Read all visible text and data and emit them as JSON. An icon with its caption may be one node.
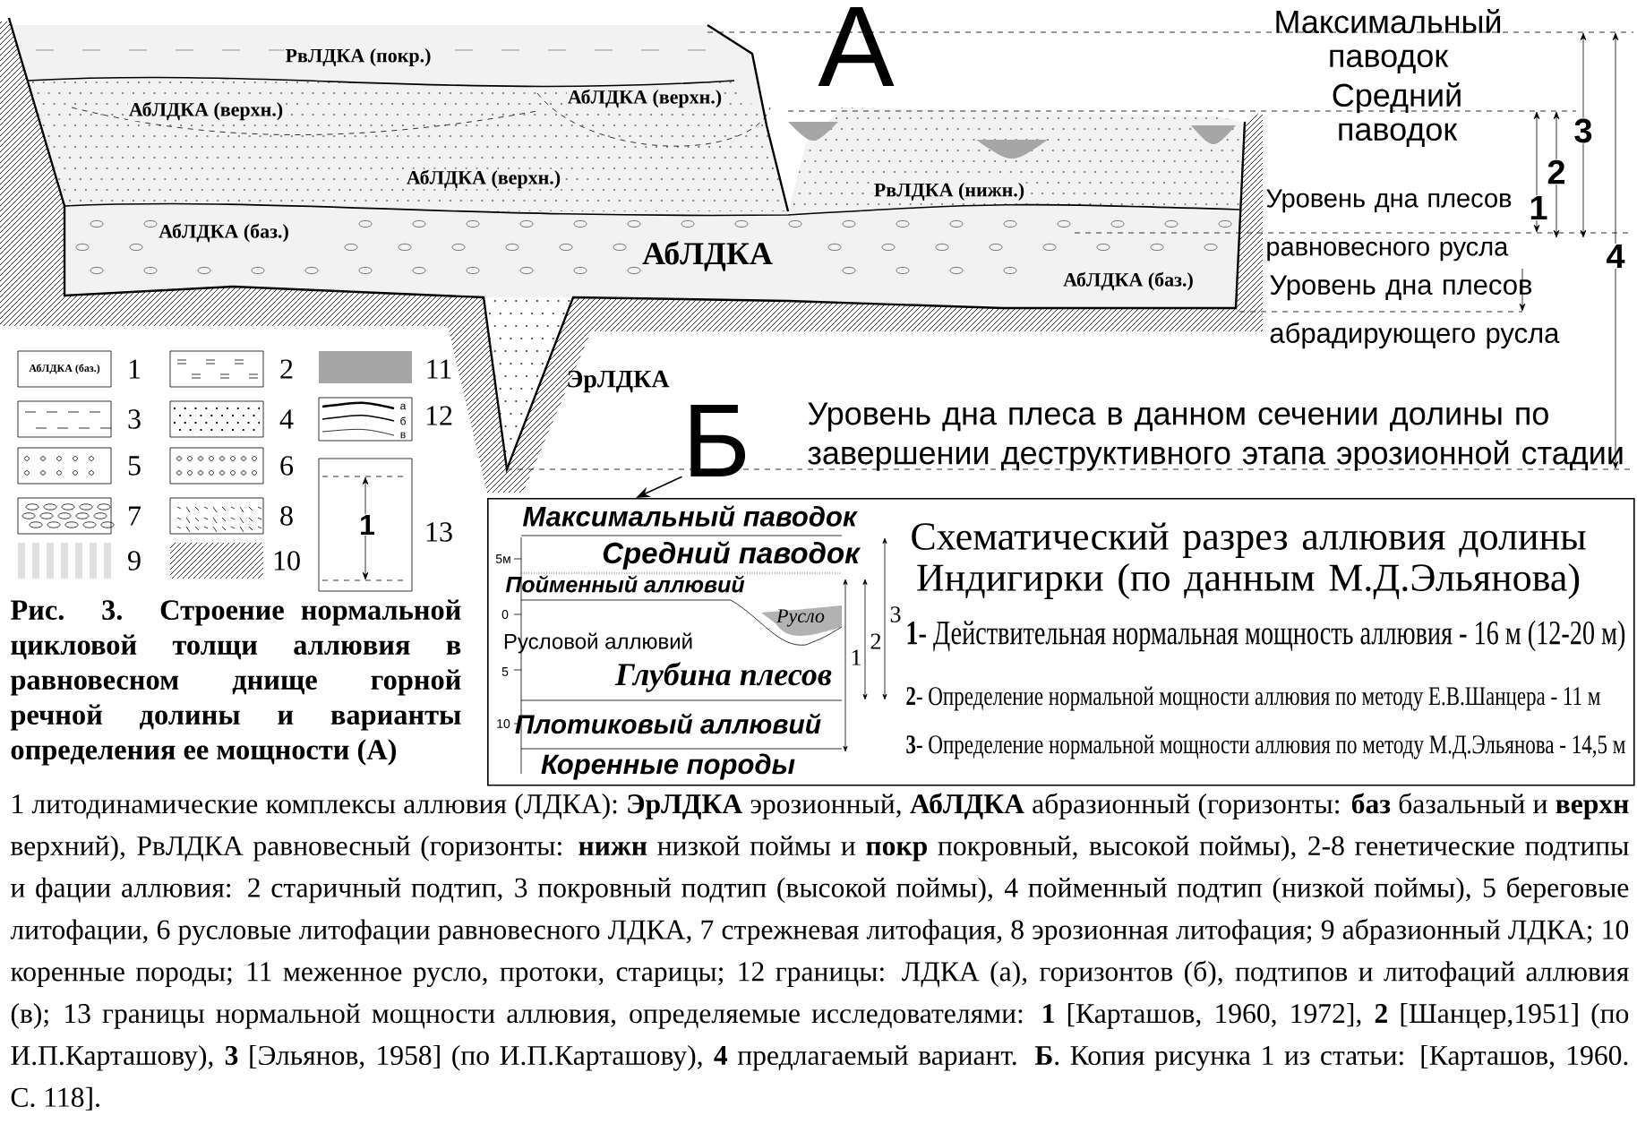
{
  "diagram": {
    "caption": "Рис. 3. Строение нормальной цикловой толщи аллювия в равновесном днище горной речной долины и варианты определения ее мощности (А)",
    "nodes": [
      {
        "text": [
          "Б"
        ]
      },
      {
        "text": [
          "Максимальный паводок",
          "5м",
          "Средний паводок",
          "Пойменный аллювий",
          "0",
          "Русло",
          "3",
          "Русловой аллювий",
          "2",
          "1",
          "5",
          "Глубина плесов",
          "10",
          "Плотиковый аллювий",
          "Коренные породы",
          "Схематический разрез аллювия долины Индигирки (по данным М.Д.Эльянова)",
          "**1**- Действительная нормальная мощность аллювия - 16 м (12-20 м)",
          "**2**- Определение нормальной мощности аллювия по методу Е.В.Шанцера - 11 м",
          "**3**- Определение нормальной мощности аллювия по методу М.Д.Эльянова - 14,5 м"
        ]
      }
    ],
    "edges": [
      {
        "from": 0,
        "to": 1,
        "arrow": "to"
      }
    ],
    "labels": [
      "А",
      "Максимальный паводок",
      "РвЛДКА (покр.)",
      "АбЛДКА (верхн.)",
      "АбЛДКА (верхн.)",
      "Средний паводок",
      "3",
      "2",
      "АбЛДКА (верхн.)",
      "РвЛДКА (нижн.)",
      "Уровень дна плесов равновесного русла",
      "1",
      "АбЛДКА (баз.)",
      "АбЛДКА",
      "4",
      "АбЛДКА (баз.)",
      "Уровень дна плесов абрадирующего русла",
      "ЭрЛДКА",
      "Уровень дна плеса в данном сечении долины по завершении деструктивного этапа эрозионной стадии",
      "АбЛДКА (баз.)",
      "а",
      "б",
      "в",
      "1",
      "1 литодинамические комплексы аллювия (ЛДКА): **ЭрЛДКА** эрозионный, **АбЛДКА** абразионный (горизонты: **баз** базальный и **верхн** верхний), РвЛДКА равновесный (горизонты: **нижн** низкой поймы и **покр** покровный, высокой поймы), 2-8 генетические подтипы и фации аллювия: 2 старичный подтип, 3 покровный подтип (высокой поймы), 4 пойменный подтип (низкой поймы), 5 береговые литофации, 6 русловые литофации равновесного ЛДКА, 7 стрежневая литофация, 8 эрозионная литофация; 9 абразионный ЛДКА; 10 коренные породы; 11 меженное русло, протоки, старицы; 12 границы: ЛДКА (а), горизонтов (б), подтипов и литофаций аллювия (в); 13 границы нормальной мощности аллювия, определяемые исследователями: **1** [Карташов, 1960, 1972], **2** [Шанцер,1951] (по И.П.Карташову), **3** [Эльянов, 1958] (по И.П.Карташову), **4** предлагаемый вариант. **Б**. Копия рисунка 1 из статьи: [Карташов, 1960. С. 118]."
    ],
    "legend": [
      {
        "text": "1"
      },
      {
        "text": "2"
      },
      {
        "text": "3"
      },
      {
        "text": "4"
      },
      {
        "text": "5"
      },
      {
        "text": "6"
      },
      {
        "text": "7"
      },
      {
        "text": "8"
      },
      {
        "text": "9"
      },
      {
        "text": "10"
      },
      {
        "text": "11",
        "color": "#a6a6a6"
      },
      {
        "text": "12"
      },
      {
        "text": "13"
      }
    ]
  }
}
